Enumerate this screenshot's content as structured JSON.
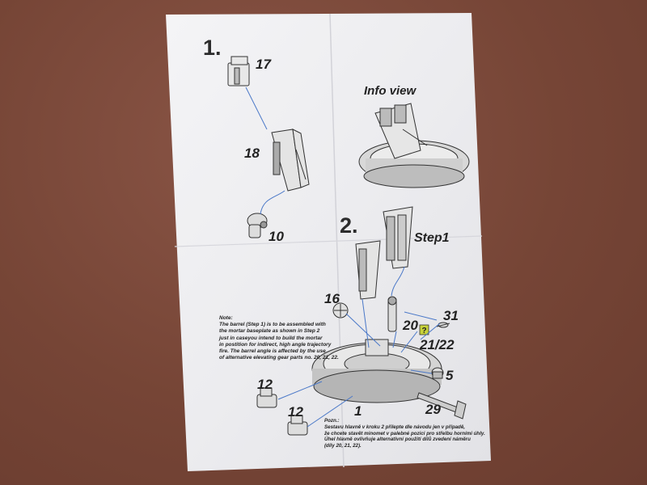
{
  "steps": {
    "one": "1.",
    "two": "2."
  },
  "labels": {
    "info_view": "Info view",
    "step1": "Step1"
  },
  "parts": {
    "p17": "17",
    "p18": "18",
    "p10": "10",
    "p16": "16",
    "p31": "31",
    "p20": "20",
    "p21_22": "21/22",
    "p5": "5",
    "p12a": "12",
    "p12b": "12",
    "p1": "1",
    "p29": "29"
  },
  "note_en": {
    "title": "Note:",
    "lines": [
      "The barrel (Step 1) is to be assembled with",
      "the mortar baseplate as shown in Step 2",
      "just in caseyou intend to build the mortar",
      "in postition for indirect, high angle trajectory",
      "fire. The barrel angle is affected by the use",
      "of alternative elevating gear parts no. 20, 21, 22."
    ]
  },
  "note_cz": {
    "title": "Pozn.:",
    "lines": [
      "Sestavu hlavně v kroku 2 přilepte dle návodu jen v případě,",
      "že chcete stavět minomet v palebné pozici pro střelbu horními úhly.",
      "Úhel hlavně ovlivňuje alternativní použití dílů zvedení náměru",
      "(díly 20, 21, 22)."
    ]
  },
  "colors": {
    "background": "#7c4a3c",
    "paper": "#f1f1f3",
    "leader_line": "#4a78c8",
    "ink": "#222222",
    "marker": "#c7d23a"
  },
  "icons": {
    "question_marker": "question-mark-icon"
  }
}
